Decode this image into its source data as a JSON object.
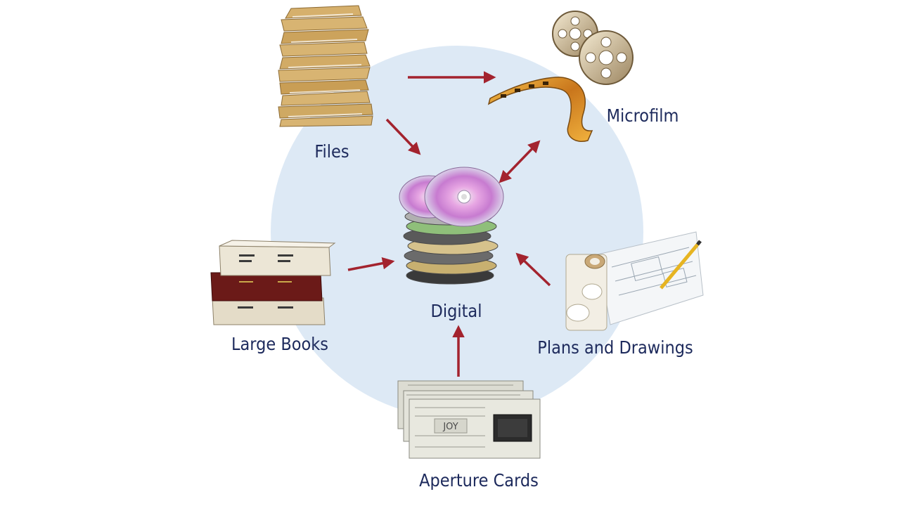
{
  "diagram": {
    "colors": {
      "background": "#ffffff",
      "circle": "#dde9f5",
      "arrow": "#a3232e",
      "label": "#1d2a5c"
    },
    "nodes": {
      "files": {
        "label": "Files",
        "icon": "file-stack-icon"
      },
      "microfilm": {
        "label": "Microfilm",
        "icon": "film-reel-icon"
      },
      "digital": {
        "label": "Digital",
        "icon": "disc-stack-icon"
      },
      "books": {
        "label": "Large Books",
        "icon": "book-stack-icon"
      },
      "plans": {
        "label": "Plans and Drawings",
        "icon": "blueprint-rolls-icon"
      },
      "aperture": {
        "label": "Aperture Cards",
        "icon": "aperture-card-icon",
        "card_text": "JOY"
      }
    },
    "edges": [
      {
        "from": "Files",
        "to": "Microfilm",
        "bidirectional": false
      },
      {
        "from": "Files",
        "to": "Digital",
        "bidirectional": false
      },
      {
        "from": "Microfilm",
        "to": "Digital",
        "bidirectional": true
      },
      {
        "from": "Large Books",
        "to": "Digital",
        "bidirectional": false
      },
      {
        "from": "Plans and Drawings",
        "to": "Digital",
        "bidirectional": false
      },
      {
        "from": "Aperture Cards",
        "to": "Digital",
        "bidirectional": false
      }
    ]
  }
}
